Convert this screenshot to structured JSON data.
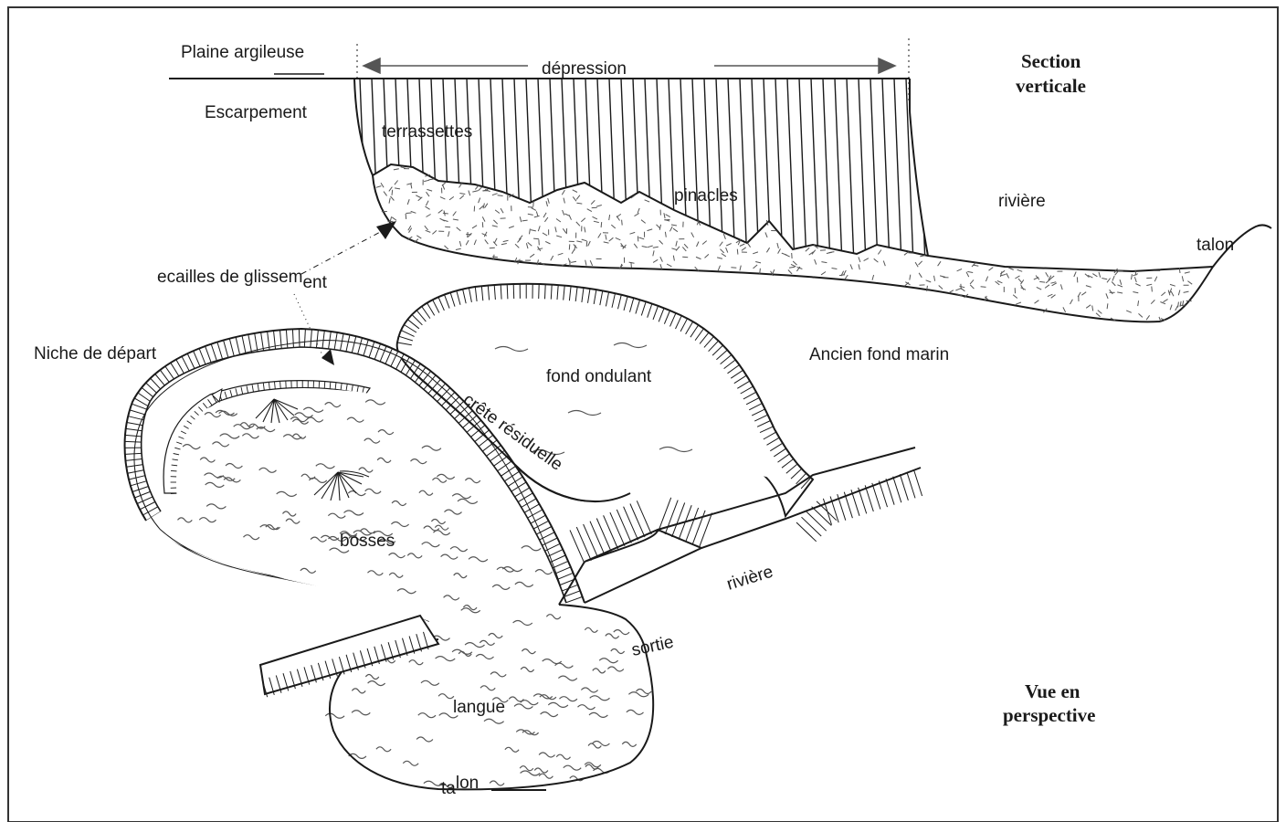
{
  "diagram": {
    "section_title": [
      "Section",
      "verticale"
    ],
    "perspective_title": [
      "Vue en",
      "perspective"
    ],
    "section_labels": {
      "plaine": "Plaine argileuse",
      "depression": "dépression",
      "escarpement": "Escarpement",
      "terrassettes": "terrassettes",
      "pinacles": "pinacles",
      "riviere": "rivière",
      "talon": "talon",
      "ecailles_main": "ecailles de glissem",
      "ecailles_end": "ent"
    },
    "perspective_labels": {
      "niche": "Niche de départ",
      "fond_ondulant": "fond ondulant",
      "ancien_fond": "Ancien fond marin",
      "crete": "crête résiduelle",
      "bosses": "bosses",
      "riviere": "rivière",
      "sortie": "sortie",
      "langue": "langue",
      "talon_a": "ta",
      "talon_b": "lon"
    },
    "colors": {
      "ink": "#1a1a1a",
      "wave": "#555555",
      "background": "#ffffff"
    }
  }
}
